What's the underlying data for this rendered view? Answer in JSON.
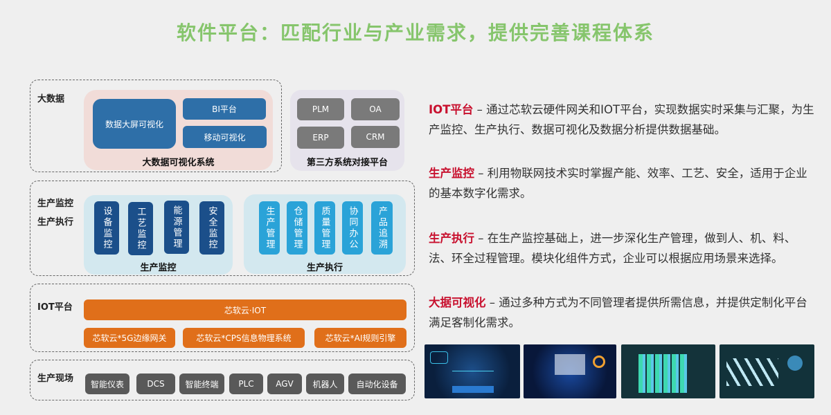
{
  "title": "软件平台：匹配行业与产业需求，提供完善课程体系",
  "big_data": {
    "label": "大数据",
    "viz_system": "大数据可视化系统",
    "screen": "数据大屏可视化",
    "bi": "BI平台",
    "mobile": "移动可视化",
    "third_party": "第三方系统对接平台",
    "third_items": [
      "PLM",
      "OA",
      "ERP",
      "CRM"
    ]
  },
  "production": {
    "label1": "生产监控",
    "label2": "生产执行",
    "monitor_caption": "生产监控",
    "monitor_items": [
      "设备监控",
      "工艺监控",
      "能源管理",
      "安全监控"
    ],
    "exec_caption": "生产执行",
    "exec_items": [
      "生产管理",
      "仓储管理",
      "质量管理",
      "协同办公",
      "产品追溯"
    ]
  },
  "iot": {
    "label": "IOT平台",
    "main": "芯软云·IOT",
    "subs": [
      "芯软云*5G边缘网关",
      "芯软云*CPS信息物理系统",
      "芯软云*AI规则引擎"
    ]
  },
  "field": {
    "label": "生产现场",
    "items": [
      "智能仪表",
      "DCS",
      "智能终端",
      "PLC",
      "AGV",
      "机器人",
      "自动化设备"
    ]
  },
  "descriptions": [
    {
      "term": "IOT平台",
      "text": " – 通过芯软云硬件网关和IOT平台，实现数据实时采集与汇聚，为生产监控、生产执行、数据可视化及数据分析提供数据基础。"
    },
    {
      "term": "生产监控",
      "text": " – 利用物联网技术实时掌握产能、效率、工艺、安全，适用于企业的基本数字化需求。"
    },
    {
      "term": "生产执行",
      "text": " – 在生产监控基础上，进一步深化生产管理，做到人、机、料、法、环全过程管理。模块化组件方式，企业可以根据应用场景来选择。"
    },
    {
      "term": "大据可视化",
      "text": " – 通过多种方式为不同管理者提供所需信息，并提供定制化平台满足客制化需求。"
    }
  ],
  "colors": {
    "title": "#86c56c",
    "term": "#c8102e",
    "blue": "#2e6fa8",
    "dark_blue": "#1b4f8a",
    "light_blue": "#2aa3d8",
    "orange": "#e06f1a",
    "gray": "#595959"
  }
}
